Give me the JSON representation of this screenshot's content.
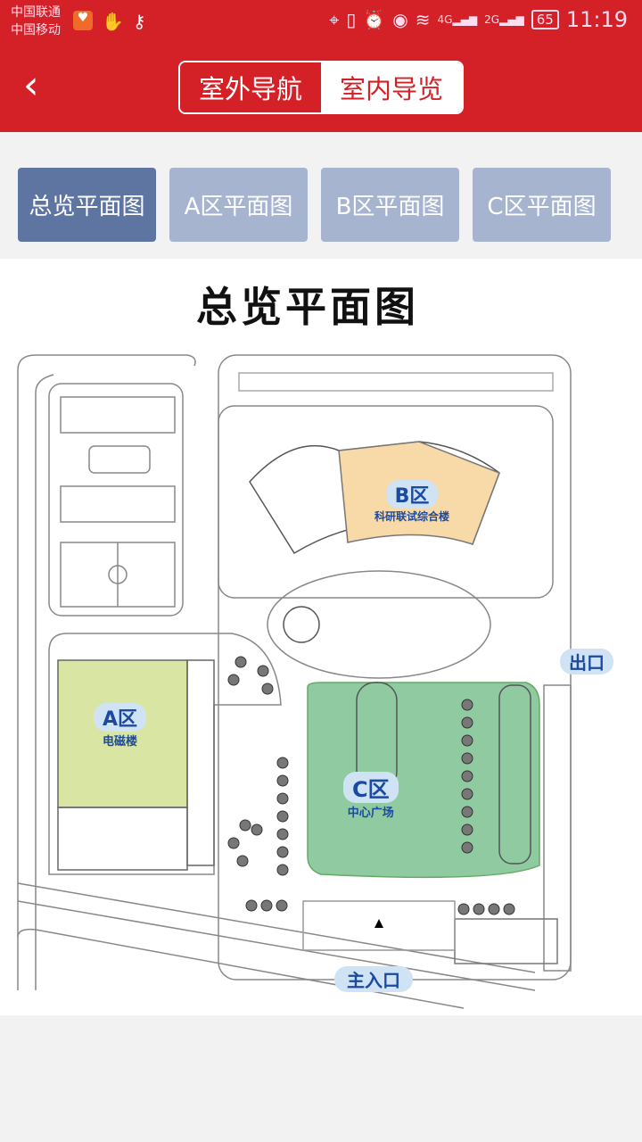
{
  "status_bar": {
    "carrier1": "中国联通",
    "carrier2": "中国移动",
    "net1": "4G",
    "net2": "2G",
    "battery": "65",
    "time": "11:19"
  },
  "header": {
    "segments": [
      "室外导航",
      "室内导览"
    ],
    "active_segment": 0
  },
  "tabs": [
    {
      "label": "总览平面图",
      "active": true
    },
    {
      "label": "A区平面图"
    },
    {
      "label": "B区平面图"
    },
    {
      "label": "C区平面图"
    }
  ],
  "map": {
    "title": "总览平面图",
    "zones": {
      "a": {
        "name": "A区",
        "desc": "电磁楼"
      },
      "b": {
        "name": "B区",
        "desc": "科研联试综合楼"
      },
      "c": {
        "name": "C区",
        "desc": "中心广场"
      }
    },
    "exit": "出口",
    "entrance": "主入口"
  },
  "colors": {
    "header": "#d42027",
    "tab_active": "#5e74a1",
    "tab_inactive": "#a7b4cf",
    "zone_a": "#d9e6a3",
    "zone_b": "#f8d9a8",
    "zone_c": "#8fcaa0"
  }
}
